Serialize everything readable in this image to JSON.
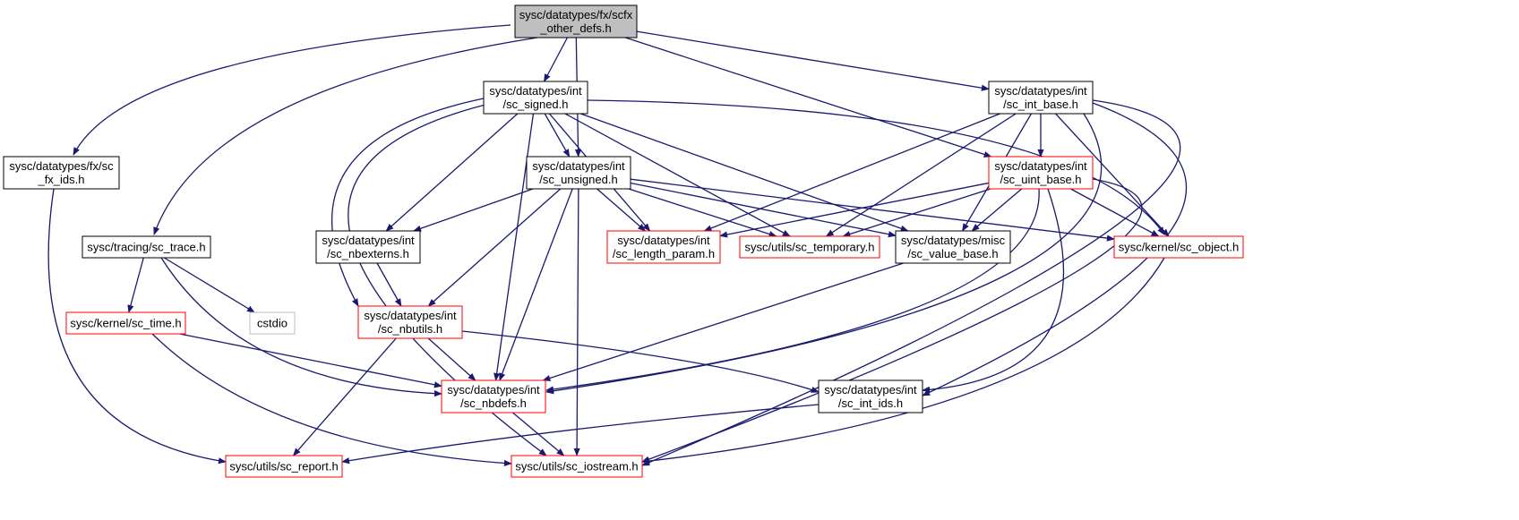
{
  "diagram": {
    "colors": {
      "edge": "#191970",
      "root_fill": "#bfbfbf",
      "border_normal": "#000000",
      "border_incomplete": "#ff0000",
      "border_external": "#bfbfbf",
      "background": "#ffffff"
    },
    "nodes": [
      {
        "id": "scfx_other_defs",
        "lines": [
          "sysc/datatypes/fx/scfx",
          "_other_defs.h"
        ],
        "style": "root"
      },
      {
        "id": "sc_fx_ids",
        "lines": [
          "sysc/datatypes/fx/sc",
          "_fx_ids.h"
        ],
        "style": "normal"
      },
      {
        "id": "sc_trace",
        "lines": [
          "sysc/tracing/sc_trace.h"
        ],
        "style": "normal"
      },
      {
        "id": "sc_signed",
        "lines": [
          "sysc/datatypes/int",
          "/sc_signed.h"
        ],
        "style": "normal"
      },
      {
        "id": "sc_int_base",
        "lines": [
          "sysc/datatypes/int",
          "/sc_int_base.h"
        ],
        "style": "normal"
      },
      {
        "id": "sc_unsigned",
        "lines": [
          "sysc/datatypes/int",
          "/sc_unsigned.h"
        ],
        "style": "normal"
      },
      {
        "id": "sc_uint_base",
        "lines": [
          "sysc/datatypes/int",
          "/sc_uint_base.h"
        ],
        "style": "incomplete"
      },
      {
        "id": "sc_nbexterns",
        "lines": [
          "sysc/datatypes/int",
          "/sc_nbexterns.h"
        ],
        "style": "normal"
      },
      {
        "id": "sc_length_param",
        "lines": [
          "sysc/datatypes/int",
          "/sc_length_param.h"
        ],
        "style": "incomplete"
      },
      {
        "id": "sc_temporary",
        "lines": [
          "sysc/utils/sc_temporary.h"
        ],
        "style": "incomplete"
      },
      {
        "id": "sc_value_base",
        "lines": [
          "sysc/datatypes/misc",
          "/sc_value_base.h"
        ],
        "style": "normal"
      },
      {
        "id": "sc_object",
        "lines": [
          "sysc/kernel/sc_object.h"
        ],
        "style": "incomplete"
      },
      {
        "id": "sc_time",
        "lines": [
          "sysc/kernel/sc_time.h"
        ],
        "style": "incomplete"
      },
      {
        "id": "cstdio",
        "lines": [
          "cstdio"
        ],
        "style": "external"
      },
      {
        "id": "sc_nbutils",
        "lines": [
          "sysc/datatypes/int",
          "/sc_nbutils.h"
        ],
        "style": "incomplete"
      },
      {
        "id": "sc_nbdefs",
        "lines": [
          "sysc/datatypes/int",
          "/sc_nbdefs.h"
        ],
        "style": "incomplete"
      },
      {
        "id": "sc_int_ids",
        "lines": [
          "sysc/datatypes/int",
          "/sc_int_ids.h"
        ],
        "style": "normal"
      },
      {
        "id": "sc_report",
        "lines": [
          "sysc/utils/sc_report.h"
        ],
        "style": "incomplete"
      },
      {
        "id": "sc_iostream",
        "lines": [
          "sysc/utils/sc_iostream.h"
        ],
        "style": "incomplete"
      }
    ],
    "edges": [
      {
        "from": "scfx_other_defs",
        "to": "sc_fx_ids"
      },
      {
        "from": "scfx_other_defs",
        "to": "sc_trace"
      },
      {
        "from": "scfx_other_defs",
        "to": "sc_signed"
      },
      {
        "from": "scfx_other_defs",
        "to": "sc_unsigned"
      },
      {
        "from": "scfx_other_defs",
        "to": "sc_uint_base"
      },
      {
        "from": "scfx_other_defs",
        "to": "sc_int_base"
      },
      {
        "from": "sc_fx_ids",
        "to": "sc_report"
      },
      {
        "from": "sc_trace",
        "to": "sc_time"
      },
      {
        "from": "sc_trace",
        "to": "cstdio"
      },
      {
        "from": "sc_trace",
        "to": "sc_nbdefs"
      },
      {
        "from": "sc_signed",
        "to": "sc_unsigned"
      },
      {
        "from": "sc_signed",
        "to": "sc_nbexterns"
      },
      {
        "from": "sc_signed",
        "to": "sc_nbutils"
      },
      {
        "from": "sc_signed",
        "to": "sc_nbdefs"
      },
      {
        "from": "sc_signed",
        "to": "sc_iostream"
      },
      {
        "from": "sc_signed",
        "to": "sc_length_param"
      },
      {
        "from": "sc_signed",
        "to": "sc_temporary"
      },
      {
        "from": "sc_signed",
        "to": "sc_value_base"
      },
      {
        "from": "sc_signed",
        "to": "sc_object"
      },
      {
        "from": "sc_unsigned",
        "to": "sc_nbexterns"
      },
      {
        "from": "sc_unsigned",
        "to": "sc_nbutils"
      },
      {
        "from": "sc_unsigned",
        "to": "sc_nbdefs"
      },
      {
        "from": "sc_unsigned",
        "to": "sc_iostream"
      },
      {
        "from": "sc_unsigned",
        "to": "sc_length_param"
      },
      {
        "from": "sc_unsigned",
        "to": "sc_temporary"
      },
      {
        "from": "sc_unsigned",
        "to": "sc_value_base"
      },
      {
        "from": "sc_unsigned",
        "to": "sc_object"
      },
      {
        "from": "sc_int_base",
        "to": "sc_uint_base"
      },
      {
        "from": "sc_int_base",
        "to": "sc_length_param"
      },
      {
        "from": "sc_int_base",
        "to": "sc_temporary"
      },
      {
        "from": "sc_int_base",
        "to": "sc_value_base"
      },
      {
        "from": "sc_int_base",
        "to": "sc_object"
      },
      {
        "from": "sc_int_base",
        "to": "sc_nbdefs"
      },
      {
        "from": "sc_int_base",
        "to": "sc_int_ids"
      },
      {
        "from": "sc_int_base",
        "to": "sc_iostream"
      },
      {
        "from": "sc_uint_base",
        "to": "sc_length_param"
      },
      {
        "from": "sc_uint_base",
        "to": "sc_temporary"
      },
      {
        "from": "sc_uint_base",
        "to": "sc_value_base"
      },
      {
        "from": "sc_uint_base",
        "to": "sc_object"
      },
      {
        "from": "sc_uint_base",
        "to": "sc_nbdefs"
      },
      {
        "from": "sc_uint_base",
        "to": "sc_int_ids"
      },
      {
        "from": "sc_uint_base",
        "to": "sc_iostream"
      },
      {
        "from": "sc_nbexterns",
        "to": "sc_nbutils"
      },
      {
        "from": "sc_value_base",
        "to": "sc_nbdefs"
      },
      {
        "from": "sc_object",
        "to": "sc_iostream"
      },
      {
        "from": "sc_time",
        "to": "sc_nbdefs"
      },
      {
        "from": "sc_time",
        "to": "sc_iostream"
      },
      {
        "from": "sc_nbutils",
        "to": "sc_nbdefs"
      },
      {
        "from": "sc_nbutils",
        "to": "sc_int_ids"
      },
      {
        "from": "sc_nbutils",
        "to": "sc_report"
      },
      {
        "from": "sc_nbdefs",
        "to": "sc_iostream"
      },
      {
        "from": "sc_int_ids",
        "to": "sc_report"
      }
    ]
  }
}
